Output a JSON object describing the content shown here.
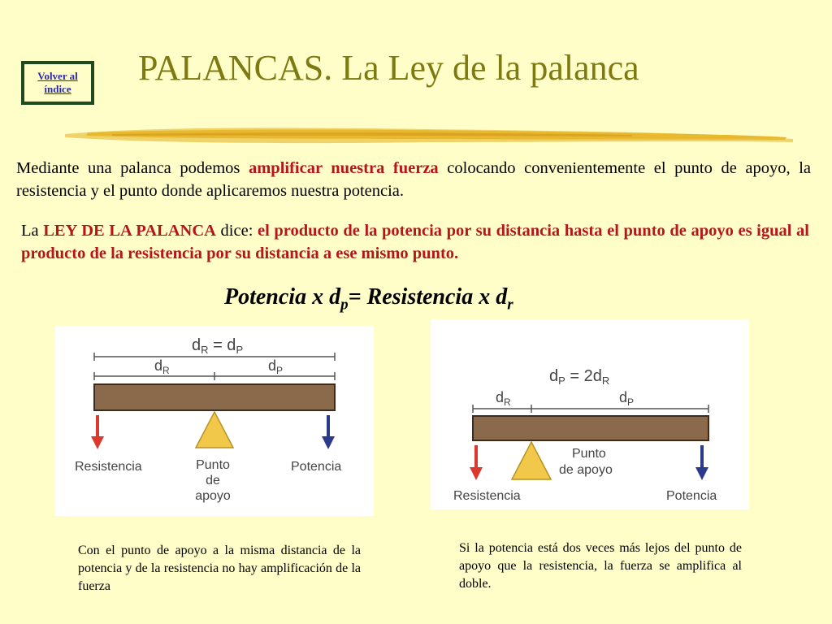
{
  "nav": {
    "back_label_1": "Volver al",
    "back_label_2": "índice"
  },
  "title": "PALANCAS. La Ley de la palanca",
  "intro": {
    "t1": "Mediante una palanca podemos ",
    "t2": "amplificar nuestra fuerza",
    "t3": " colocando convenientemente el punto de apoyo, la resistencia y el punto donde aplicaremos nuestra potencia."
  },
  "law": {
    "t1": "La ",
    "t2": "LEY DE LA PALANCA",
    "t3": " dice: ",
    "t4": "el producto de la potencia por su distancia hasta el punto de apoyo es igual al producto de la resistencia por su distancia a ese mismo punto."
  },
  "formula": {
    "a": "Potencia x d",
    "a_sub": "p",
    "b": "= Resistencia x d",
    "b_sub": "r"
  },
  "figure1": {
    "eq_1": "d",
    "eq_1_sub": "R",
    "eq_2": " = d",
    "eq_2_sub": "P",
    "dr": "d",
    "dr_sub": "R",
    "dp": "d",
    "dp_sub": "P",
    "resistance": "Resistencia",
    "fulcrum_1": "Punto",
    "fulcrum_2": "de",
    "fulcrum_3": "apoyo",
    "effort": "Potencia"
  },
  "figure2": {
    "eq_1": "d",
    "eq_1_sub": "P",
    "eq_2": " = 2d",
    "eq_2_sub": "R",
    "dr": "d",
    "dr_sub": "R",
    "dp": "d",
    "dp_sub": "P",
    "resistance": "Resistencia",
    "fulcrum_1": "Punto",
    "fulcrum_2": "de apoyo",
    "effort": "Potencia"
  },
  "captions": {
    "left": "Con el punto de apoyo a la misma distancia de la potencia y de la resistencia no hay amplificación de la fuerza",
    "right": "Si la potencia está dos veces más lejos del punto de apoyo que la resistencia, la fuerza se amplifica al doble."
  },
  "colors": {
    "background": "#fffec8",
    "title": "#7d7a12",
    "highlight": "#b8141c",
    "beam": "#8a6a4a",
    "fulcrum": "#f2c84a",
    "resistance_arrow": "#d9392f",
    "effort_arrow": "#2c3a8c"
  }
}
